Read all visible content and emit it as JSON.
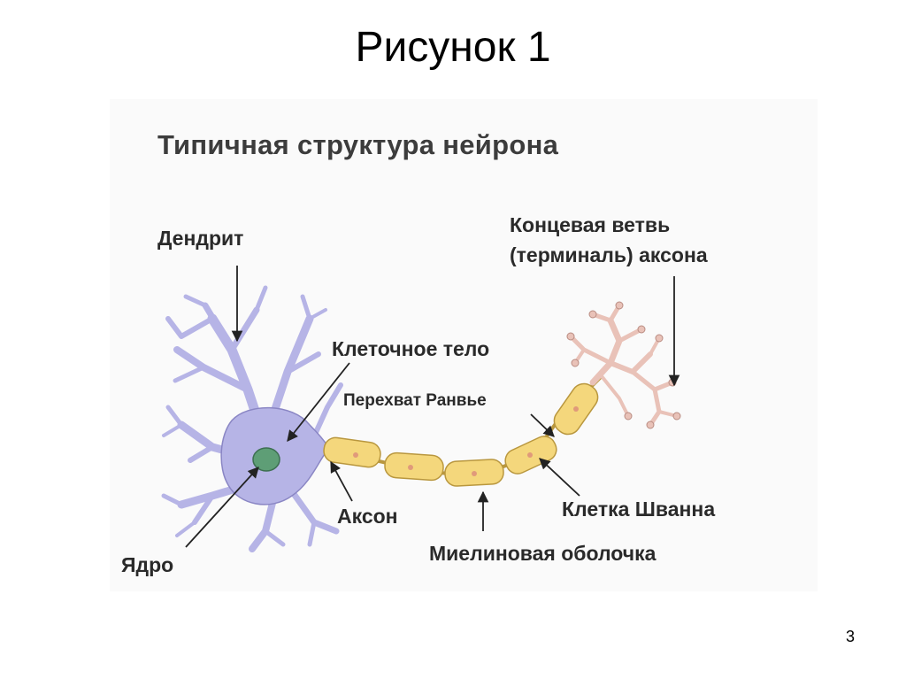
{
  "slide": {
    "title": "Рисунок 1",
    "page_number": "3"
  },
  "figure": {
    "heading": "Типичная структура нейрона",
    "labels": {
      "dendrite": "Дендрит",
      "terminal_line1": "Концевая ветвь",
      "terminal_line2": "(терминаль) аксона",
      "cell_body": "Клеточное тело",
      "ranvier": "Перехват Ранвье",
      "axon": "Аксон",
      "schwann": "Клетка Шванна",
      "myelin": "Миелиновая оболочка",
      "nucleus": "Ядро"
    },
    "colors": {
      "cell_body": "#b6b4e6",
      "cell_outline": "#8a86c4",
      "nucleus": "#5e9e76",
      "myelin": "#f4d77c",
      "myelin_outline": "#b9973e",
      "terminal": "#e9c2b8",
      "terminal_outline": "#b98c82",
      "arrow": "#222222"
    }
  }
}
